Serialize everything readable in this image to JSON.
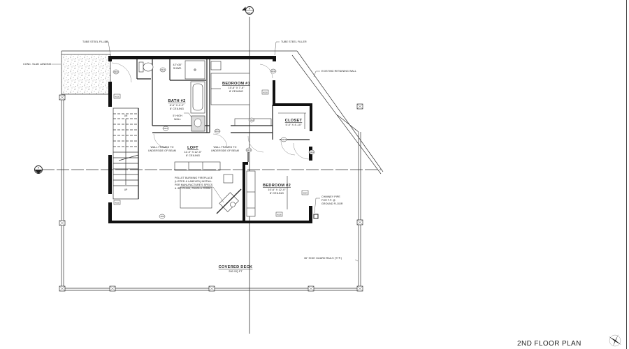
{
  "drawing": {
    "title": "2ND FLOOR PLAN",
    "section_markers": [
      {
        "id": "top",
        "label": "A",
        "sheet": "A3.1"
      },
      {
        "id": "left",
        "label": "A",
        "sheet": "A3.1"
      }
    ],
    "north_arrow": "compass-rose-icon"
  },
  "rooms": {
    "bath2": {
      "name": "BATH #2",
      "size": "6'-6\" X 4'-2\"",
      "ceiling": "8' CEILING"
    },
    "bedroom1": {
      "name": "BEDROOM #1",
      "size": "10'-6\" X 7'-6\"",
      "ceiling": "8' CEILING"
    },
    "closet": {
      "name": "CLOSET",
      "size": "5'-0\" X 4'-10\""
    },
    "loft": {
      "name": "LOFT",
      "size": "11'-0\" X 12'-0\"",
      "ceiling": "8' CEILING"
    },
    "bedroom2": {
      "name": "BEDROOM #2",
      "size": "10'-6\" X 12'-0\"",
      "ceiling": "8' CEILING"
    },
    "deck": {
      "name": "COVERED DECK",
      "area": "200 SQ FT"
    }
  },
  "notes": {
    "tube_steel_left": "TUBE STEEL FILLER",
    "tube_steel_right": "TUBE STEEL FILLER",
    "slab_landing": "CONC. SLAB LANDING",
    "retaining_wall": "EXISTING RETAINING WALL",
    "shower": [
      "42\"x30\"",
      "SHWR."
    ],
    "half_wall": [
      "5' HIGH",
      "WALL"
    ],
    "wall_framed_left": [
      "WALL FRAMED TO",
      "UNDERSIDE OF BEAM"
    ],
    "wall_framed_right": [
      "WALL FRAMED TO",
      "UNDERSIDE OF BEAM"
    ],
    "fireplace": [
      "PELLET BURNING FIREPLACE",
      "(LISTED & LABELED) INSTALL",
      "PER MANUFACTURE'S SPECS",
      "& IRC R1004, R1005 & R1006"
    ],
    "chimney": [
      "CHIMNEY PIPE",
      "FOR F.P. @",
      "GROUND FLOOR"
    ],
    "guard_rails": "36\" HIGH GUARD RAILS (TYP.)",
    "stair_up": "UP",
    "stair_dn": "DN"
  },
  "tags": {
    "doors": [
      "D201",
      "D212",
      "D210",
      "D211",
      "D213",
      "D214",
      "D215",
      "D216",
      "D204"
    ],
    "windows": [
      "W201",
      "W202",
      "W203",
      "W204",
      "W205"
    ],
    "appliance": "D08"
  }
}
